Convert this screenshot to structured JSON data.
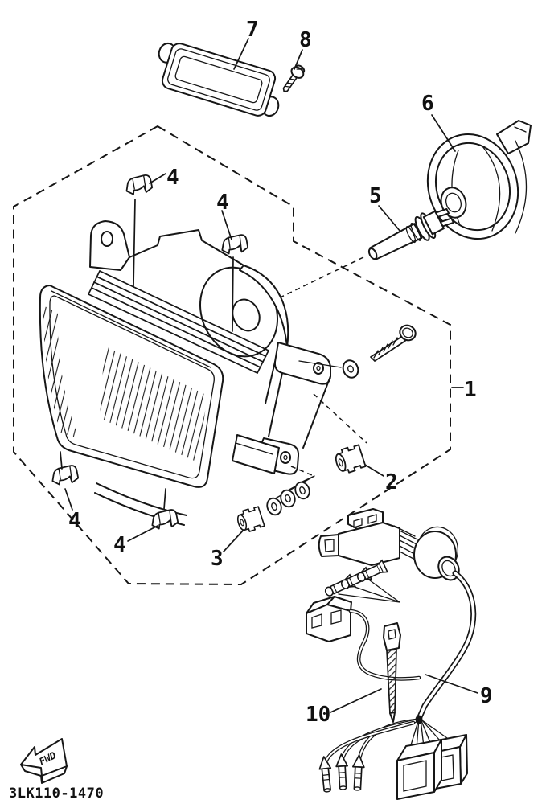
{
  "diagram": {
    "part_code": "3LK110-1470",
    "fwd_label": "FWD",
    "callouts": {
      "c1": "1",
      "c2": "2",
      "c3": "3",
      "c4_top_left": "4",
      "c4_top_right": "4",
      "c4_bottom_left": "4",
      "c4_bottom_right": "4",
      "c5": "5",
      "c6": "6",
      "c7": "7",
      "c8": "8",
      "c9": "9",
      "c10": "10"
    },
    "colors": {
      "line": "#161616",
      "background": "#ffffff"
    }
  }
}
